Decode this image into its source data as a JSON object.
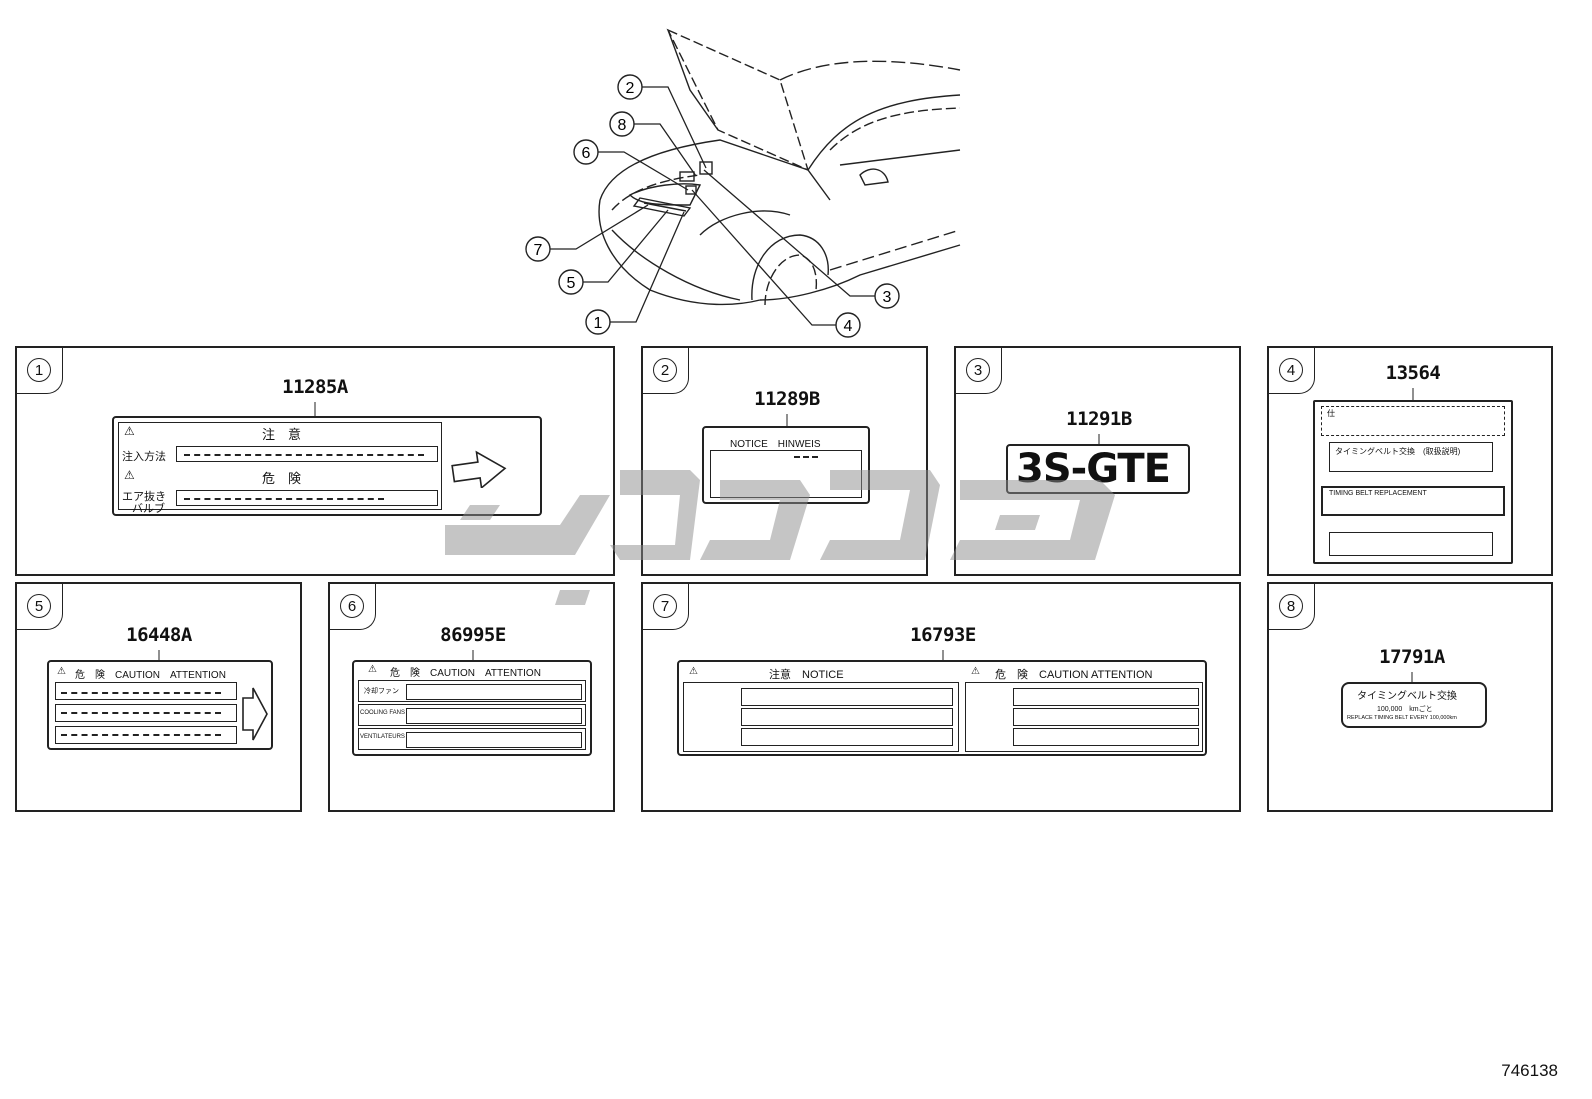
{
  "figure_id": "746138",
  "callouts": [
    "1",
    "2",
    "3",
    "4",
    "5",
    "6",
    "7",
    "8"
  ],
  "panels": {
    "p1": {
      "index": "1",
      "part_number": "11285A",
      "label": {
        "top_header": "注　意",
        "top_row": "注入方法",
        "bottom_header": "危　険",
        "bottom_row_line1": "エア抜き",
        "bottom_row_line2": "バルブ"
      }
    },
    "p2": {
      "index": "2",
      "part_number": "11289B",
      "label": {
        "header": "NOTICE　HINWEIS"
      }
    },
    "p3": {
      "index": "3",
      "part_number": "11291B",
      "label": {
        "emblem": "3S-GTE"
      }
    },
    "p4": {
      "index": "4",
      "part_number": "13564",
      "label": {
        "row1": "仕",
        "row2": "タイミングベルト交換　(取扱説明)",
        "row3": "TIMING BELT REPLACEMENT"
      }
    },
    "p5": {
      "index": "5",
      "part_number": "16448A",
      "label": {
        "header": "危　険　CAUTION　ATTENTION"
      }
    },
    "p6": {
      "index": "6",
      "part_number": "86995E",
      "label": {
        "header": "危　険　CAUTION　ATTENTION",
        "row1": "冷却ファン",
        "row2": "COOLING FANS",
        "row3": "VENTILATEURS"
      }
    },
    "p7": {
      "index": "7",
      "part_number": "16793E",
      "label": {
        "left_header": "注意　NOTICE",
        "right_header": "危　険　CAUTION ATTENTION"
      }
    },
    "p8": {
      "index": "8",
      "part_number": "17791A",
      "label": {
        "line1": "タイミングベルト交換",
        "line2": "100,000　kmごと",
        "line3": "REPLACE TIMING BELT EVERY 100,000km"
      }
    }
  }
}
